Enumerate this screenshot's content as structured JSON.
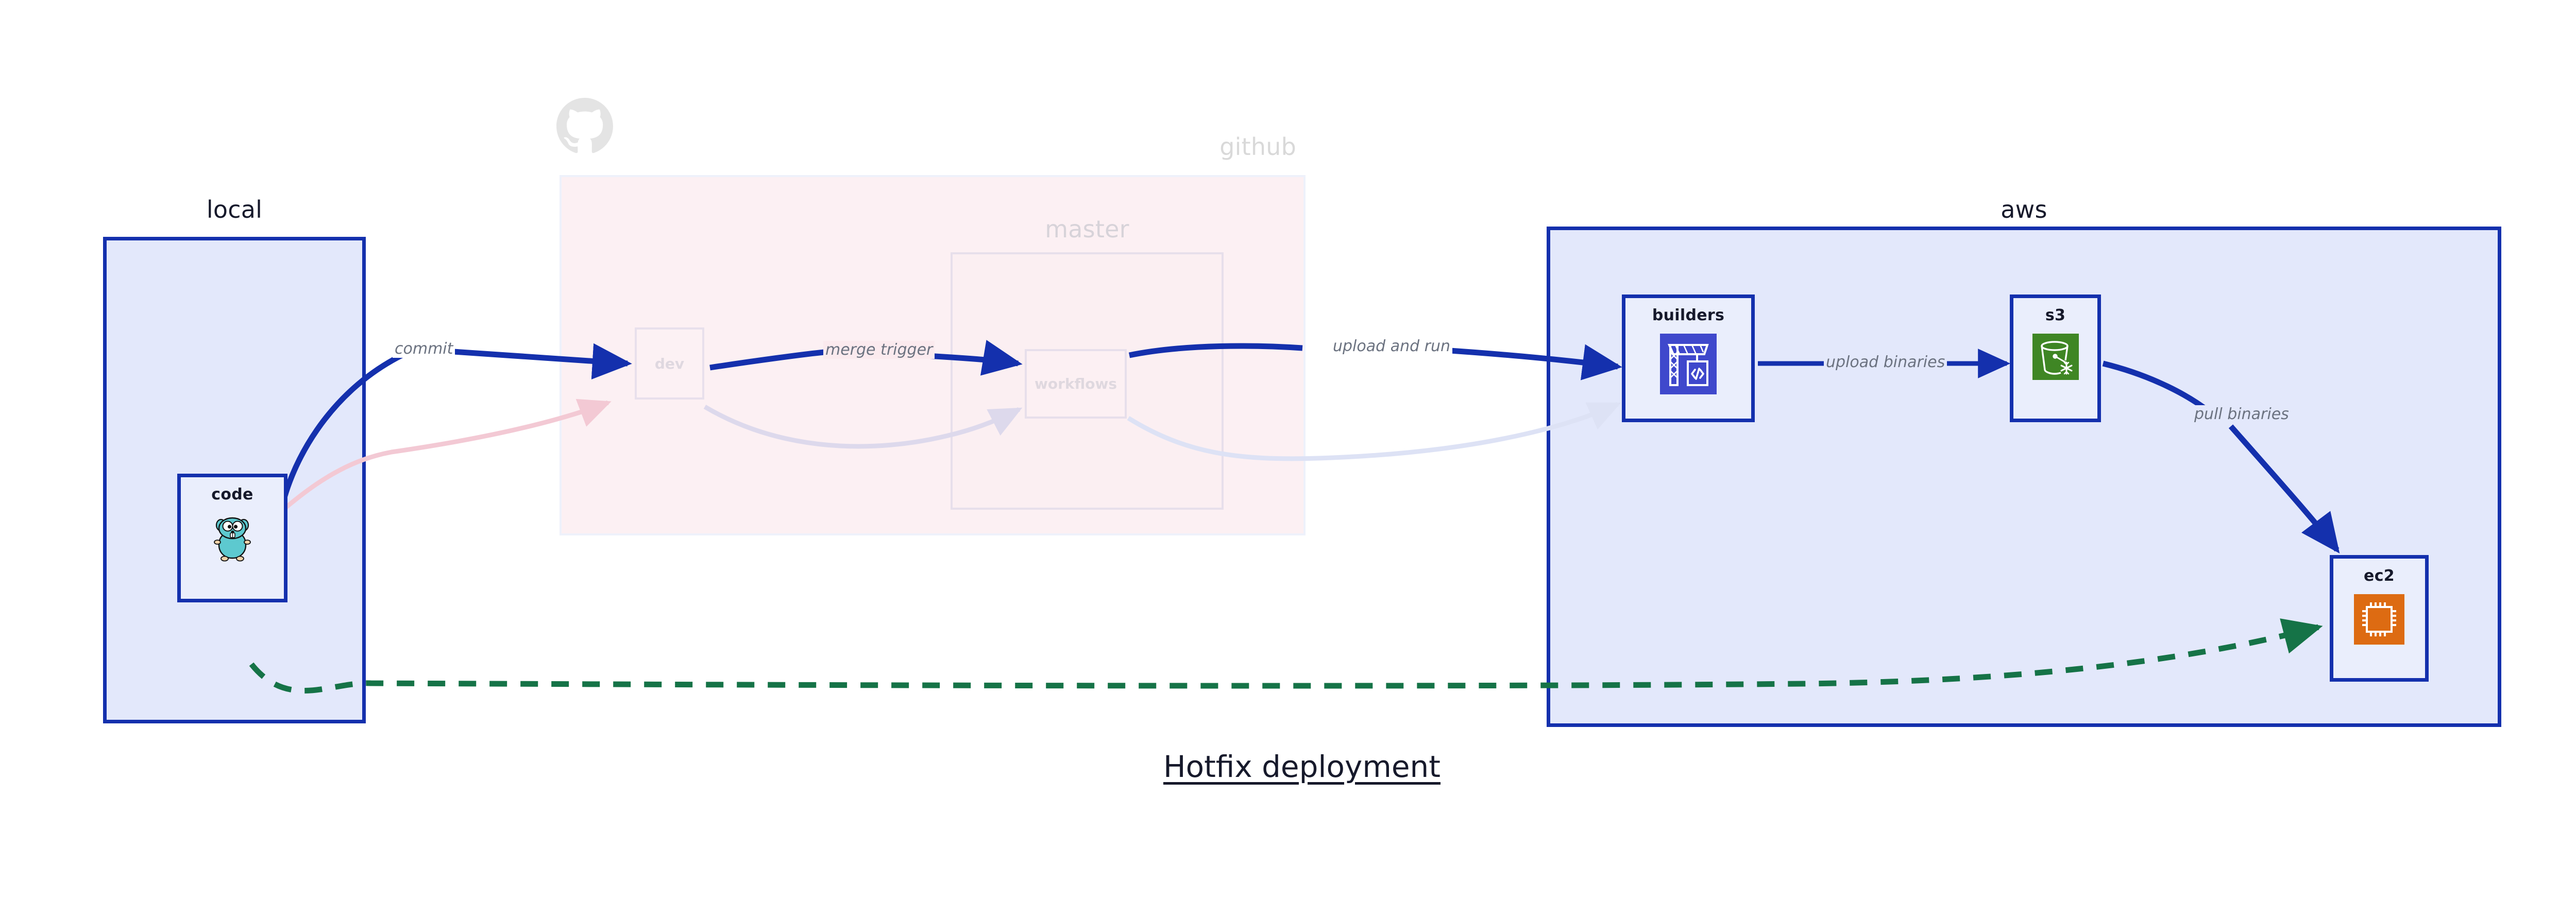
{
  "diagram": {
    "title": "Hotfix deployment",
    "clusters": [
      {
        "id": "local",
        "label": "local",
        "style": "solid-blue"
      },
      {
        "id": "github",
        "label": "github",
        "style": "faded-pink"
      },
      {
        "id": "master",
        "label": "master",
        "style": "faded-nested"
      },
      {
        "id": "aws",
        "label": "aws",
        "style": "solid-blue"
      }
    ],
    "nodes": [
      {
        "id": "code",
        "label": "code",
        "cluster": "local",
        "icon": "go-gopher-icon",
        "state": "active"
      },
      {
        "id": "dev",
        "label": "dev",
        "cluster": "github",
        "icon": "none",
        "state": "faded"
      },
      {
        "id": "workflows",
        "label": "workflows",
        "cluster": "master",
        "icon": "none",
        "state": "faded"
      },
      {
        "id": "builders",
        "label": "builders",
        "cluster": "aws",
        "icon": "aws-codebuild-icon",
        "state": "active"
      },
      {
        "id": "s3",
        "label": "s3",
        "cluster": "aws",
        "icon": "aws-s3-glacier-icon",
        "state": "active"
      },
      {
        "id": "ec2",
        "label": "ec2",
        "cluster": "aws",
        "icon": "aws-ec2-icon",
        "state": "active"
      }
    ],
    "edges": [
      {
        "id": "commit",
        "label": "commit",
        "from": "code",
        "to": "dev",
        "style": "solid",
        "color": "#1430ad",
        "state": "active"
      },
      {
        "id": "merge-trigger",
        "label": "merge trigger",
        "from": "dev",
        "to": "workflows",
        "style": "solid",
        "color": "#1430ad",
        "state": "active"
      },
      {
        "id": "upload-and-run",
        "label": "upload and run",
        "from": "workflows",
        "to": "builders",
        "style": "solid",
        "color": "#1430ad",
        "state": "active"
      },
      {
        "id": "upload-binaries",
        "label": "upload binaries",
        "from": "builders",
        "to": "s3",
        "style": "solid",
        "color": "#1430ad",
        "state": "active"
      },
      {
        "id": "pull-binaries",
        "label": "pull binaries",
        "from": "s3",
        "to": "ec2",
        "style": "solid",
        "color": "#1430ad",
        "state": "active"
      },
      {
        "id": "hotfix-direct",
        "label": "",
        "from": "code",
        "to": "ec2",
        "style": "dashed",
        "color": "#157347",
        "state": "active"
      },
      {
        "id": "faded-code-dev",
        "label": "",
        "from": "code",
        "to": "dev",
        "style": "solid",
        "color": "#f3c9d4",
        "state": "faded"
      },
      {
        "id": "faded-dev-workflows",
        "label": "",
        "from": "dev",
        "to": "workflows",
        "style": "solid",
        "color": "#ddd9ec",
        "state": "faded"
      },
      {
        "id": "faded-wf-builders",
        "label": "",
        "from": "workflows",
        "to": "builders",
        "style": "solid",
        "color": "#dde2f5",
        "state": "faded"
      }
    ],
    "colors": {
      "primary_blue": "#1430ad",
      "cluster_blue_fill": "#e3e8fb",
      "node_fill": "#eaeefc",
      "github_pink": "#fae4e9",
      "dashed_green": "#157347",
      "label_gray": "#6b7280",
      "text_dark": "#16192b",
      "codebuild_purple": "#3f48cc",
      "s3_green": "#3f8624",
      "ec2_orange": "#dd6b12"
    }
  }
}
